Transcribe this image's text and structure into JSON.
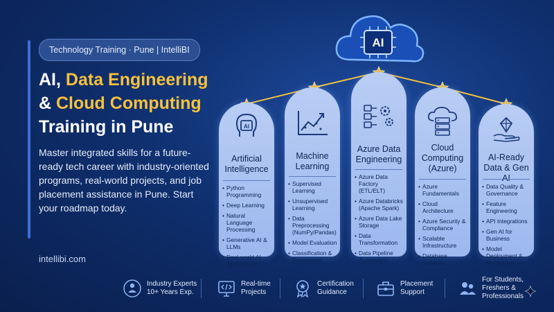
{
  "tagline": "Technology Training · Pune | IntelliBI",
  "headline": {
    "line1_plain": "AI, ",
    "line1_highlight": "Data Engineering",
    "line2_plain": "& ",
    "line2_highlight": "Cloud Computing",
    "line3": "Training in Pune"
  },
  "description": "Master integrated skills for a future-ready tech career with industry-oriented programs, real-world projects, and job placement assistance in Pune. Start your roadmap today.",
  "website": "intellibi.com",
  "cloud_badge": "AI",
  "colors": {
    "background": "#0f2f6e",
    "highlight": "#f6c13d",
    "card": "#b9cdf4",
    "star": "#f6c13d",
    "text_dark": "#0d2452"
  },
  "cards": [
    {
      "icon": "ai-head-icon",
      "title_l1": "Artificial",
      "title_l2": "Intelligence",
      "items": [
        "Python Programming",
        "Deep Learning",
        "Natural Language Processing",
        "Generative AI & LLMs",
        "Real-world AI Applications"
      ]
    },
    {
      "icon": "chart-icon",
      "title_l1": "Machine",
      "title_l2": "Learning",
      "items": [
        "Supervised Learning",
        "Unsupervised Learning",
        "Data Preprocessing (NumPy/Pandas)",
        "Model Evaluation",
        "Classification & Regression"
      ]
    },
    {
      "icon": "pipeline-gears-icon",
      "title_l1": "Azure Data",
      "title_l2": "Engineering",
      "items": [
        "Azure Data Factory (ETL/ELT)",
        "Azure Databricks (Apache Spark)",
        "Azure Data Lake Storage",
        "Data Transformation",
        "Data Pipeline Automation"
      ]
    },
    {
      "icon": "cloud-server-icon",
      "title_l1": "Cloud",
      "title_l2": "Computing",
      "title_l3": "(Azure)",
      "items": [
        "Azure Fundamentals",
        "Cloud Architecture",
        "Azure Security & Compliance",
        "Scalable Infrastructure",
        "Database Services"
      ]
    },
    {
      "icon": "hand-gem-icon",
      "title_l1": "AI-Ready",
      "title_l2": "Data & Gen AI",
      "items": [
        "Data Quality & Governance",
        "Feature Engineering",
        "API Integrations",
        "Gen AI for Business",
        "Model Deployment & Monitoring"
      ]
    }
  ],
  "footer": [
    {
      "icon": "people-icon",
      "l1": "Industry Experts",
      "l2": "10+ Years Exp."
    },
    {
      "icon": "code-monitor-icon",
      "l1": "Real-time",
      "l2": "Projects"
    },
    {
      "icon": "award-icon",
      "l1": "Certification",
      "l2": "Guidance"
    },
    {
      "icon": "briefcase-icon",
      "l1": "Placement",
      "l2": "Support"
    },
    {
      "icon": "users-icon",
      "l1": "For Students,",
      "l2": "Freshers &",
      "l3": "Professionals"
    }
  ]
}
